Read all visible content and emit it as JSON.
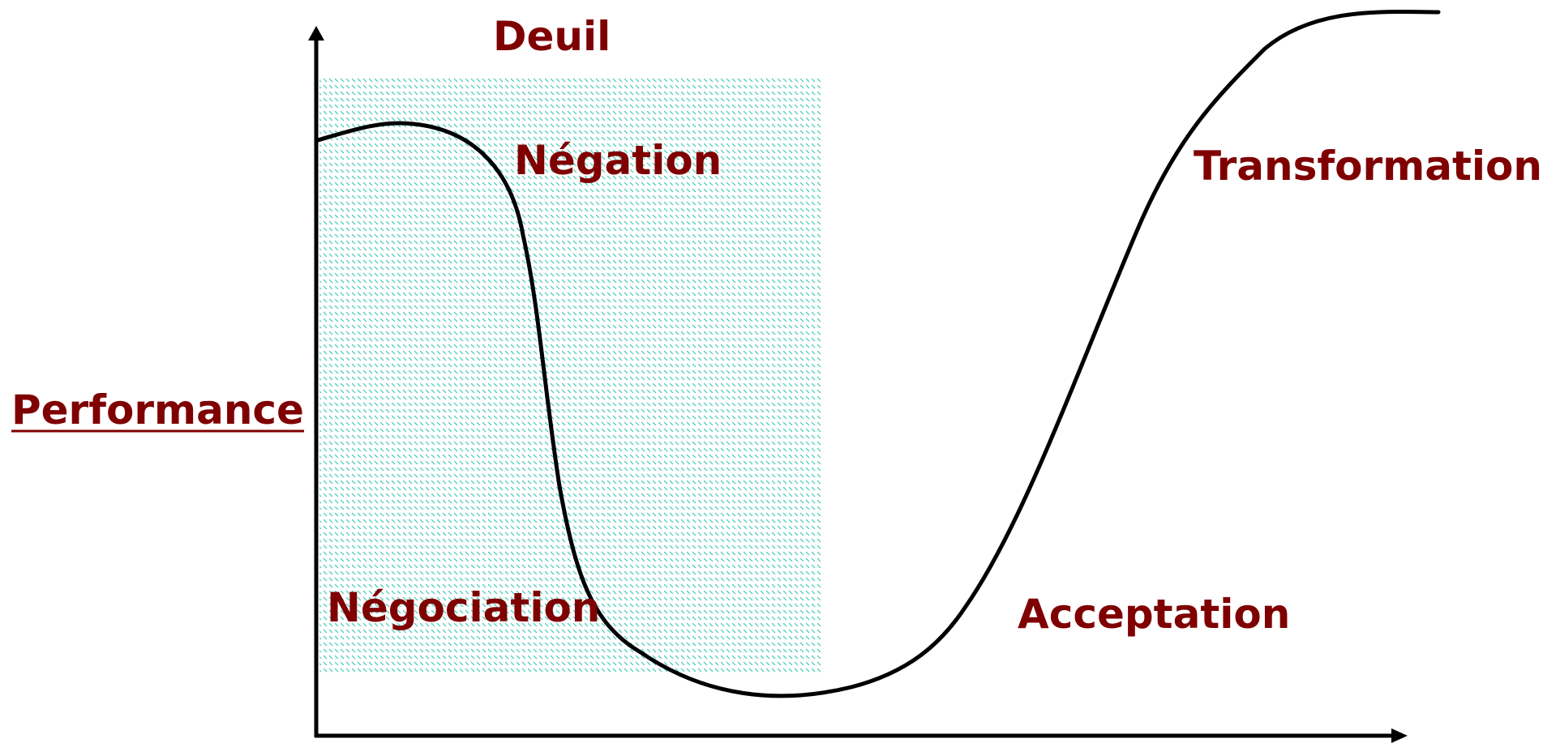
{
  "title": "Deuil",
  "ylabel": "Performance",
  "stages": {
    "negation": "Négation",
    "negociation": "Négociation",
    "acceptation": "Acceptation",
    "transformation": "Transformation"
  },
  "colors": {
    "label": "#7f0000",
    "curve": "#000000",
    "axis": "#000000",
    "hatch": "#3cc9b4"
  }
}
